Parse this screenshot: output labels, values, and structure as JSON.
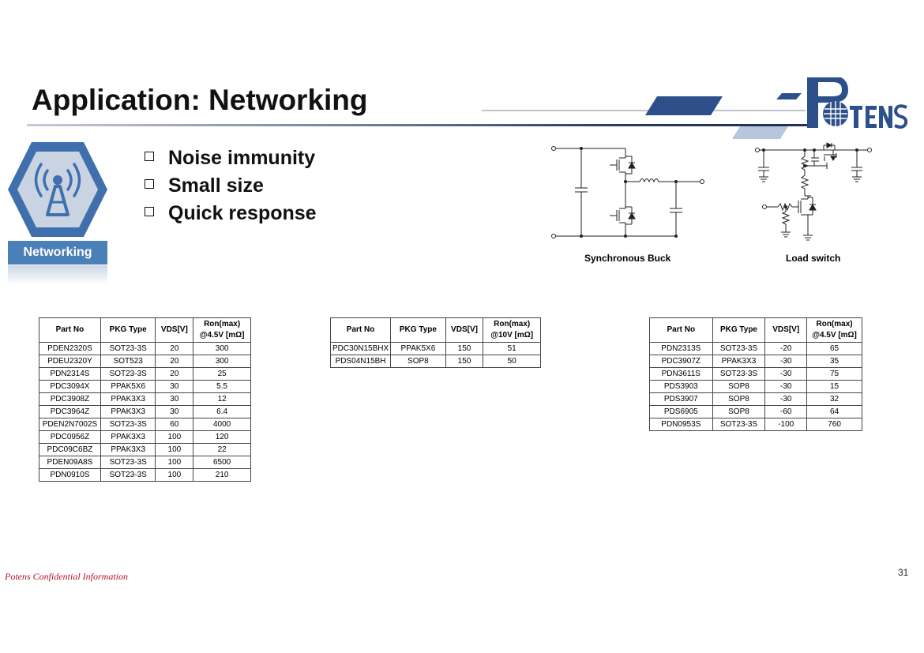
{
  "title": "Application: Networking",
  "bullets": [
    "Noise immunity",
    "Small size",
    "Quick response"
  ],
  "icon_label": "Networking",
  "logo_text": "POTENS",
  "diagrams": {
    "left_caption": "Synchronous Buck",
    "right_caption": "Load switch"
  },
  "table_headers_a": [
    "Part No",
    "PKG Type",
    "VDS[V]",
    "Ron(max)",
    "@4.5V [mΩ]"
  ],
  "table_headers_b": [
    "Part No",
    "PKG Type",
    "VDS[V]",
    "Ron(max)",
    "@10V [mΩ]"
  ],
  "table1": [
    [
      "PDEN2320S",
      "SOT23-3S",
      "20",
      "300"
    ],
    [
      "PDEU2320Y",
      "SOT523",
      "20",
      "300"
    ],
    [
      "PDN2314S",
      "SOT23-3S",
      "20",
      "25"
    ],
    [
      "PDC3094X",
      "PPAK5X6",
      "30",
      "5.5"
    ],
    [
      "PDC3908Z",
      "PPAK3X3",
      "30",
      "12"
    ],
    [
      "PDC3964Z",
      "PPAK3X3",
      "30",
      "6.4"
    ],
    [
      "PDEN2N7002S",
      "SOT23-3S",
      "60",
      "4000"
    ],
    [
      "PDC0956Z",
      "PPAK3X3",
      "100",
      "120"
    ],
    [
      "PDC09C6BZ",
      "PPAK3X3",
      "100",
      "22"
    ],
    [
      "PDEN09A8S",
      "SOT23-3S",
      "100",
      "6500"
    ],
    [
      "PDN0910S",
      "SOT23-3S",
      "100",
      "210"
    ]
  ],
  "table2": [
    [
      "PDC30N15BHX",
      "PPAK5X6",
      "150",
      "51"
    ],
    [
      "PDS04N15BH",
      "SOP8",
      "150",
      "50"
    ]
  ],
  "table3": [
    [
      "PDN2313S",
      "SOT23-3S",
      "-20",
      "65"
    ],
    [
      "PDC3907Z",
      "PPAK3X3",
      "-30",
      "35"
    ],
    [
      "PDN3611S",
      "SOT23-3S",
      "-30",
      "75"
    ],
    [
      "PDS3903",
      "SOP8",
      "-30",
      "15"
    ],
    [
      "PDS3907",
      "SOP8",
      "-30",
      "32"
    ],
    [
      "PDS6905",
      "SOP8",
      "-60",
      "64"
    ],
    [
      "PDN0953S",
      "SOT23-3S",
      "-100",
      "760"
    ]
  ],
  "footer_note": "Potens Confidential Information",
  "page_number": "31",
  "colors": {
    "accent_blue": "#2f5f9e",
    "logo_blue": "#2d4f8a",
    "footer_red": "#b3122a"
  }
}
